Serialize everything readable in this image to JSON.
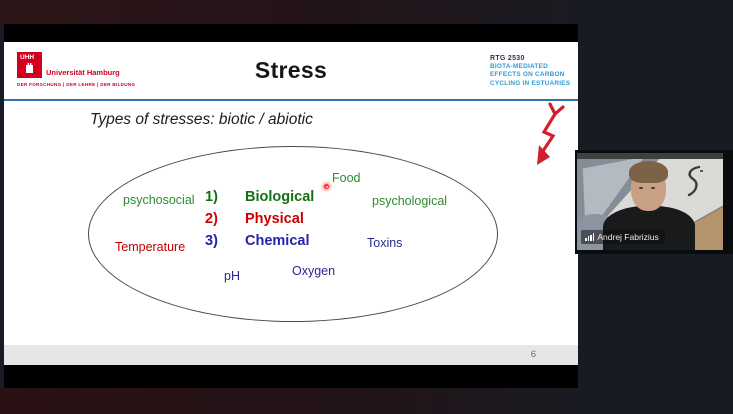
{
  "window": {
    "background_color": "#181b23"
  },
  "screenshare": {
    "slide": {
      "header": {
        "title": "Stress",
        "logo": {
          "abbr": "UHH",
          "institution": "Universität Hamburg",
          "motto": "DER FORSCHUNG  |  DER LEHRE  |  DER BILDUNG",
          "brand_color": "#d2001e"
        },
        "program": {
          "id": "RTG 2530",
          "lines": [
            "BIOTA-MEDIATED",
            "EFFECTS ON CARBON",
            "CYCLING IN ESTUARIES"
          ],
          "id_color": "#1f3864",
          "line_color": "#2f9bd4"
        },
        "rule_color": "#2e74b5"
      },
      "subtitle": "Types of stresses: biotic / abiotic",
      "stress_types": [
        {
          "num": "1)",
          "label": "Biological",
          "color": "#157015"
        },
        {
          "num": "2)",
          "label": "Physical",
          "color": "#cc0000"
        },
        {
          "num": "3)",
          "label": "Chemical",
          "color": "#2323a8"
        }
      ],
      "ellipse_words": [
        {
          "text": "psychosocial",
          "color": "#2f8b2f"
        },
        {
          "text": "Temperature",
          "color": "#c00000"
        },
        {
          "text": "pH",
          "color": "#28288f"
        },
        {
          "text": "Oxygen",
          "color": "#28288f"
        },
        {
          "text": "Toxins",
          "color": "#28288f"
        },
        {
          "text": "psychological",
          "color": "#2f8b2f"
        },
        {
          "text": "Food",
          "color": "#2f8b2f"
        }
      ],
      "annotations": {
        "lightning_arrow_color": "#cf2130",
        "laser_pointer_color": "#ff3030"
      },
      "page_number": "6"
    }
  },
  "webcam": {
    "participant_name": "Andrej Fabrizius"
  }
}
